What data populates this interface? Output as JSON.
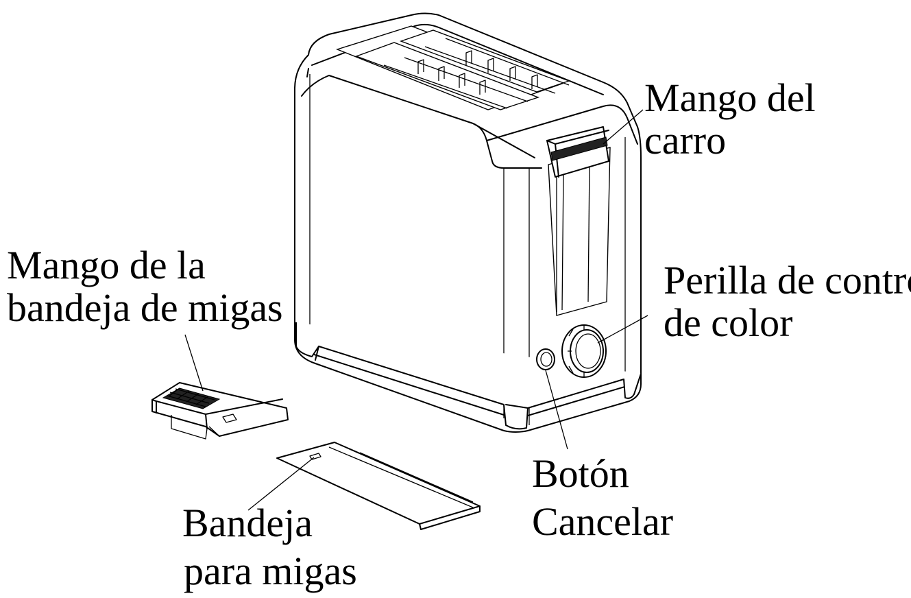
{
  "labels": {
    "carriage_handle": {
      "line1": "Mango del",
      "line2": "carro"
    },
    "crumb_tray_handle": {
      "line1": "Mango de la",
      "line2": "bandeja de migas"
    },
    "color_control_knob": {
      "line1": "Perilla de control",
      "line2": "de color"
    },
    "cancel_button": {
      "line1": "Botón",
      "line2": "Cancelar"
    },
    "crumb_tray": {
      "line1": "Bandeja",
      "line2": "para migas"
    }
  },
  "colors": {
    "line": "#000000",
    "background": "#ffffff"
  }
}
